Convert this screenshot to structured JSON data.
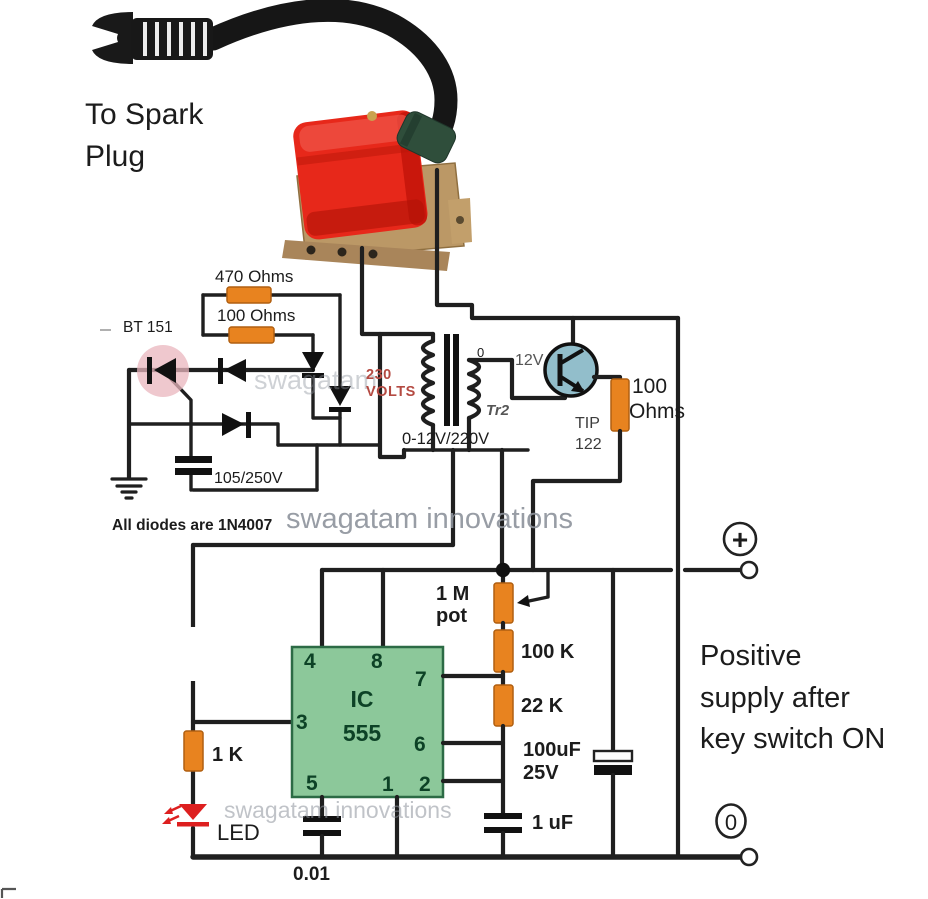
{
  "spark_plug": {
    "line1": "To Spark",
    "line2": "Plug"
  },
  "scr_block": {
    "r470": "470 Ohms",
    "r100": "100 Ohms",
    "scr": "BT 151",
    "cap": "105/250V",
    "note": "All diodes are 1N4007"
  },
  "transformer": {
    "primary_v1": "230",
    "primary_v2": "VOLTS",
    "tap_zero": "0",
    "tap_12v": "12V",
    "name": "Tr2",
    "rating": "0-12V/220V"
  },
  "driver": {
    "transistor_1": "TIP",
    "transistor_2": "122",
    "resistor_1": "100",
    "resistor_2": "Ohms"
  },
  "timer": {
    "ic_1": "IC",
    "ic_2": "555",
    "pins": {
      "p1": "1",
      "p2": "2",
      "p3": "3",
      "p4": "4",
      "p5": "5",
      "p6": "6",
      "p7": "7",
      "p8": "8"
    },
    "pot_1": "1 M",
    "pot_2": "pot",
    "r100k": "100 K",
    "r22k": "22 K",
    "c100uf_1": "100uF",
    "c100uf_2": "25V",
    "c1uf": "1 uF",
    "r1k": "1 K",
    "led": "LED",
    "c001": "0.01"
  },
  "supply": {
    "plus": "+",
    "zero": "0",
    "note_1": "Positive",
    "note_2": "supply after",
    "note_3": "key switch ON"
  },
  "watermarks": {
    "main": "swagatam innovations",
    "secondary": "swagatam innovations",
    "fragment": "swagatam"
  },
  "colors": {
    "wire": "#1f1f1f",
    "resistor_orange": "#e8831f",
    "ic_green": "#8cc89a",
    "transistor_blue": "#92becb",
    "led_red": "#dd1f1f",
    "coil_red": "#e7281a",
    "bracket_tan": "#bb9866",
    "boot_green": "#2f4e3b",
    "primary_label_red": "#b44a42",
    "watermark_gray": "#8d939c",
    "scr_halo_pink": "#eab6bd"
  }
}
